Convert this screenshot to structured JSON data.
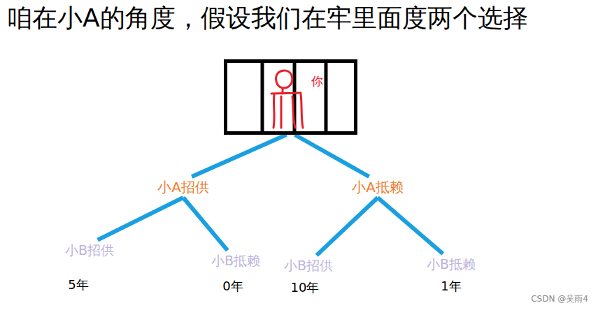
{
  "diagram": {
    "title": "咱在小A的角度，假设我们在牢里面度两个选择",
    "nodes": [
      {
        "text": [
          "你"
        ]
      },
      {
        "text": [
          "小A招供"
        ]
      },
      {
        "text": [
          "小A抵赖"
        ]
      },
      {
        "text": [
          "小B招供"
        ]
      },
      {
        "text": [
          "小B抵赖"
        ]
      },
      {
        "text": [
          "小B招供"
        ]
      },
      {
        "text": [
          "小B抵赖"
        ]
      }
    ],
    "edges": [
      {
        "from": 0,
        "to": 1,
        "arrow": "none"
      },
      {
        "from": 0,
        "to": 2,
        "arrow": "none"
      },
      {
        "from": 1,
        "to": 3,
        "arrow": "none"
      },
      {
        "from": 1,
        "to": 4,
        "arrow": "none"
      },
      {
        "from": 2,
        "to": 5,
        "arrow": "none"
      },
      {
        "from": 2,
        "to": 6,
        "arrow": "none"
      }
    ],
    "labels": [
      "5年",
      "0年",
      "10年",
      "1年",
      "CSDN @吴雨4"
    ]
  }
}
